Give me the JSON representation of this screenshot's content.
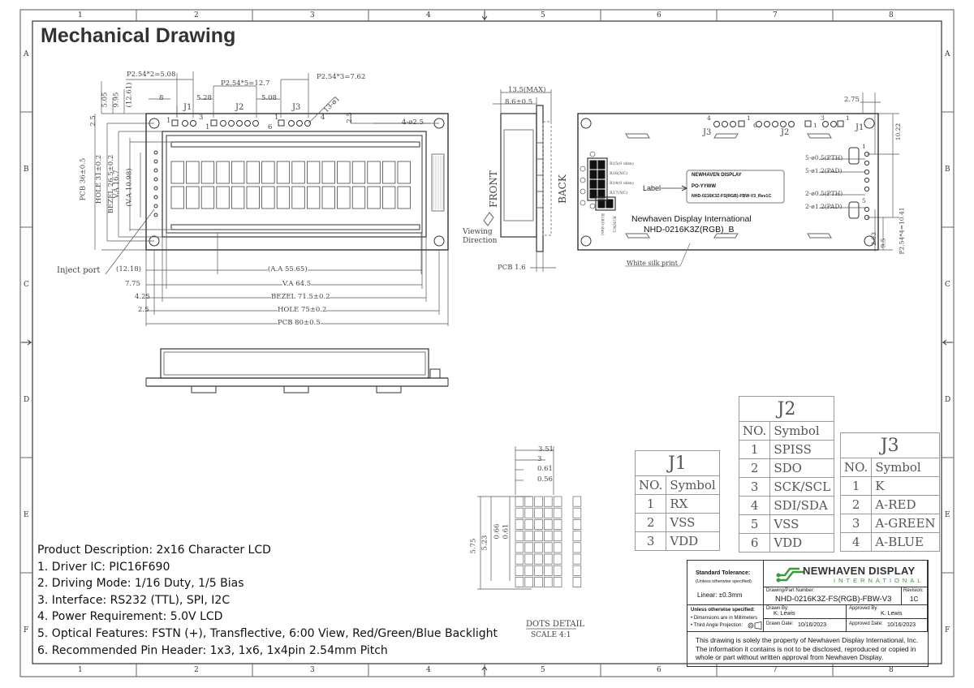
{
  "title": "Mechanical Drawing",
  "grid": {
    "columns": [
      "1",
      "2",
      "3",
      "4",
      "5",
      "6",
      "7",
      "8"
    ],
    "rows": [
      "A",
      "B",
      "C",
      "D",
      "E",
      "F"
    ]
  },
  "front_view": {
    "pitch_j1": "P2.54*2=5.08",
    "pitch_j2": "P2.54*5=12.7",
    "pitch_j3": "P2.54*3=7.62",
    "dim_8": "8",
    "dim_528_a": "5.28",
    "dim_508": "5.08",
    "dim_505": "5.05",
    "dim_995": "9.95",
    "dim_1261": "(12.61)",
    "dim_25_top": "2.5",
    "dim_25_right": "2.5",
    "hole_dia": "13-ø1",
    "hole_corner": "4-ø2.5",
    "j1": "J1",
    "j2": "J2",
    "j3": "J3",
    "pin1_j1": "1",
    "pin3_j1": "3",
    "pin1_j2": "1",
    "pin6_j2": "6",
    "pin1_j3": "1",
    "pin4_j3": "4",
    "pcb_h": "PCB 36±0.5",
    "hole_h": "HOLE 31±0.2",
    "bezel_h": "BEZEL 26.5±0.2",
    "va_h": "V.A 16.7",
    "va_h2": "(V.A 10.98)",
    "inject_port": "Inject port",
    "aa_w": "(A.A 55.65)",
    "aa_off": "(12.18)",
    "va_w": "V.A 64.5",
    "va_off": "7.75",
    "bezel_w": "BEZEL 71.5±0.2",
    "bezel_off": "4.25",
    "hole_w": "HOLE 75±0.2",
    "hole_off": "2.5",
    "pcb_w": "PCB 80±0.5"
  },
  "side_view": {
    "max_h": "13.5(MAX)",
    "depth": "8.6±0.5",
    "front": "FRONT",
    "back": "BACK",
    "viewing_1": "Viewing",
    "viewing_2": "Direction",
    "pcb_t": "PCB 1.6"
  },
  "back_view": {
    "dim_275": "2.75",
    "dim_1022": "10.22",
    "pth5": "5-ø0.5(PTH)",
    "pad5": "5-ø1.2(PAD)",
    "pth2": "2-ø0.5(PTH)",
    "pad2": "2-ø1.2(PAD)",
    "dim_1041": "P2.54*4=10.41",
    "dim_203": "2.03",
    "dim_95": "9.5",
    "r15": "R15(0 ohm)",
    "r16": "R16(NC)",
    "r14": "R14(0 ohm)",
    "r17": "R17(NC)",
    "r18": "R18(0 ohm)",
    "r19": "R19(NC)",
    "label": "Label",
    "label_l1": "NEWHAVEN DISPLAY",
    "label_l2": "PO-YYWW",
    "label_l3": "NHD-0216K3Z-FS(RGB)-FBW-V3_Rev1C",
    "silk_l1": "Newhaven Display International",
    "silk_l2": "NHD-0216K3Z(RGB)_B",
    "white_silk": "White silk print",
    "j3": "J3",
    "j2": "J2",
    "j1": "J1",
    "pin4": "4",
    "pin1a": "1",
    "pin6": "6",
    "pin1b": "1",
    "pin3": "3",
    "pin1c": "1",
    "pin1d": "1",
    "pin5": "5"
  },
  "dots_detail": {
    "d351": "3.51",
    "d3": "3",
    "d061": "0.61",
    "d056": "0.56",
    "d575": "5.75",
    "d523": "5.23",
    "d066": "0.66",
    "d061v": "0.61",
    "caption": "DOTS DETAIL",
    "scale": "SCALE 4:1"
  },
  "j1_table": {
    "title": "J1",
    "head_no": "NO.",
    "head_sym": "Symbol",
    "rows": [
      [
        "1",
        "RX"
      ],
      [
        "2",
        "VSS"
      ],
      [
        "3",
        "VDD"
      ]
    ]
  },
  "j2_table": {
    "title": "J2",
    "head_no": "NO.",
    "head_sym": "Symbol",
    "rows": [
      [
        "1",
        "SPISS"
      ],
      [
        "2",
        "SDO"
      ],
      [
        "3",
        "SCK/SCL"
      ],
      [
        "4",
        "SDI/SDA"
      ],
      [
        "5",
        "VSS"
      ],
      [
        "6",
        "VDD"
      ]
    ]
  },
  "j3_table": {
    "title": "J3",
    "head_no": "NO.",
    "head_sym": "Symbol",
    "rows": [
      [
        "1",
        "K"
      ],
      [
        "2",
        "A-RED"
      ],
      [
        "3",
        "A-GREEN"
      ],
      [
        "4",
        "A-BLUE"
      ]
    ]
  },
  "description": {
    "heading": "Product Description: 2x16 Character LCD",
    "items": [
      "1. Driver IC: PIC16F690",
      "2. Driving Mode: 1/16 Duty, 1/5 Bias",
      "3. Interface: RS232 (TTL), SPI, I2C",
      "4. Power Requirement: 5.0V LCD",
      "5. Optical Features: FSTN (+), Transflective, 6:00 View, Red/Green/Blue Backlight",
      "6. Recommended Pin Header: 1x3, 1x6, 1x4pin 2.54mm Pitch"
    ]
  },
  "title_block": {
    "std_tol": "Standard Tolerance:",
    "unless": "(Unless otherwise specified)",
    "linear": "Linear:   ±0.3mm",
    "brand_1": "NEWHAVEN DISPLAY",
    "brand_2": "INTERNATIONAL",
    "part_label": "Drawing/Part Number:",
    "part": "NHD-0216K3Z-FS(RGB)-FBW-V3",
    "rev_label": "Revision:",
    "rev": "1C",
    "unless2": "Unless otherwise specified:",
    "dims_mm": "• Dimensions are in Millimeters",
    "angle": "• Third Angle Projection:",
    "drawn_by_label": "Drawn By:",
    "drawn_by": "K. Lewis",
    "approved_by_label": "Approved By:",
    "approved_by": "K. Lewis",
    "drawn_date_label": "Drawn Date:",
    "drawn_date": "10/16/2023",
    "approved_date_label": "Approved Date:",
    "approved_date": "10/16/2023",
    "notice": "This drawing is solely the property of Newhaven Display International, Inc. The information it contains is not to be disclosed, reproduced or copied in whole or part without written approval from Newhaven Display."
  },
  "colors": {
    "line": "#333333",
    "brand_green": "#3a9a3a",
    "brand_dark": "#333333"
  }
}
